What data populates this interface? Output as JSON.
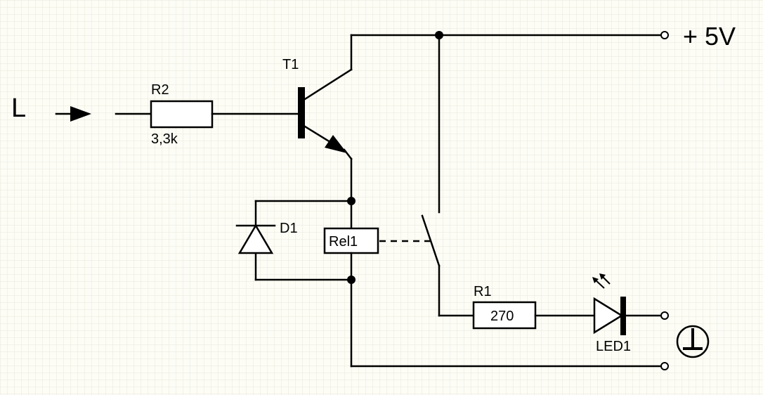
{
  "input": {
    "label": "L"
  },
  "supply": {
    "label": "+ 5V"
  },
  "resistor_r2": {
    "name": "R2",
    "value": "3,3k"
  },
  "transistor": {
    "name": "T1"
  },
  "diode": {
    "name": "D1"
  },
  "relay": {
    "name": "Rel1"
  },
  "resistor_r1": {
    "name": "R1",
    "value": "270"
  },
  "led": {
    "name": "LED1"
  },
  "ground": {
    "icon": "ground-icon"
  }
}
